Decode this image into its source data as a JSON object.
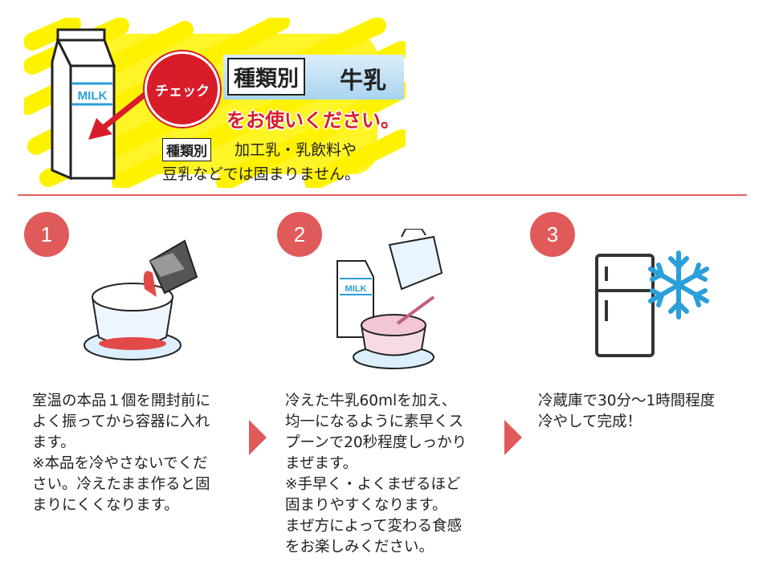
{
  "banner": {
    "check_label": "チェック",
    "milk_carton_label": "MILK",
    "title_boxed": "種類別",
    "title_plain": "牛乳",
    "subtitle": "をお使いください。",
    "kind_label": "種類別",
    "note_line1": "加工乳・乳飲料や",
    "note_line2": "豆乳などでは固まりません。"
  },
  "steps": [
    {
      "number": "1",
      "text": "室温の本品１個を開封前に\nよく振ってから容器に入れ\nます。\n※本品を冷やさないでくだ\nさい。冷えたまま作ると固\nまりにくくなります。"
    },
    {
      "number": "2",
      "milk_label": "MILK",
      "text": "冷えた牛乳60mlを加え、\n均一になるように素早くス\nプーンで20秒程度しっかり\nまぜます。\n※手早く・よくまぜるほど\n固まりやすくなります。\nまぜ方によって変わる食感\nをお楽しみください。"
    },
    {
      "number": "3",
      "text": "冷蔵庫で30分～1時間程度\n冷やして完成！"
    }
  ],
  "colors": {
    "accent": "#e05a5a",
    "yellow": "#fff200",
    "red": "#d81c2a",
    "blue": "#2a9fd8"
  }
}
